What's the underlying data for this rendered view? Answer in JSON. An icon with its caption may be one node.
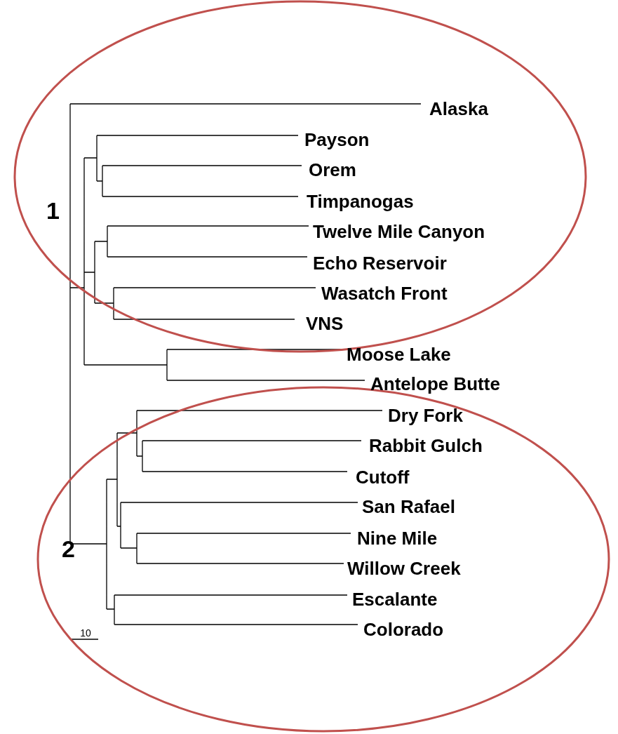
{
  "diagram": {
    "nodes": [
      {
        "text": [
          "1"
        ]
      },
      {
        "text": [
          "2"
        ]
      }
    ],
    "labels": [
      "Alaska",
      "Payson",
      "Orem",
      "Timpanogas",
      "Twelve Mile Canyon",
      "Echo Reservoir",
      "Wasatch Front",
      "VNS",
      "Moose Lake",
      "Antelope Butte",
      "Dry Fork",
      "Rabbit Gulch",
      "Cutoff",
      "San Rafael",
      "Nine Mile",
      "Willow Creek",
      "Escalante",
      "Colorado",
      "10"
    ]
  }
}
